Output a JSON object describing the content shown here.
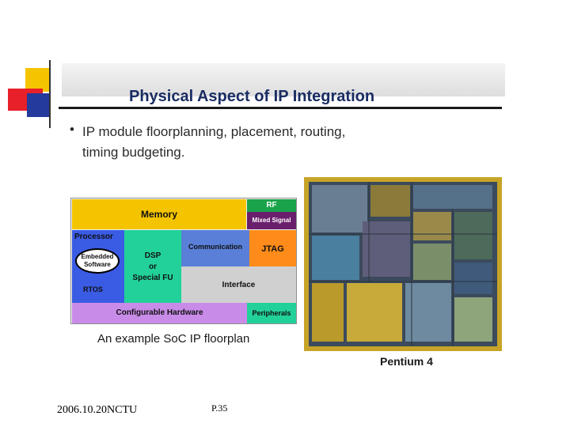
{
  "slide": {
    "title": "Physical Aspect of IP Integration",
    "bullet_marker": "•",
    "bullet_lines": [
      "IP module floorplanning, placement, routing,",
      "timing budgeting."
    ]
  },
  "floorplan": {
    "caption": "An example SoC IP floorplan",
    "blocks": {
      "memory": "Memory",
      "rf": "RF",
      "mixed_signal": "Mixed Signal",
      "processor": "Processor",
      "embedded_software": [
        "Embedded",
        "Software"
      ],
      "rtos": "RTOS",
      "dsp": [
        "DSP",
        "or",
        "Special FU"
      ],
      "communication": "Communication",
      "jtag": "JTAG",
      "interface": "Interface",
      "configurable_hardware": "Configurable Hardware",
      "peripherals": "Peripherals"
    },
    "colors": {
      "memory": "#f5c400",
      "rf": "#1aa34a",
      "mixed_signal": "#6a1f6d",
      "processor": "#3a5be3",
      "dsp": "#22d19a",
      "communication": "#5a7fd8",
      "jtag": "#ff8c1a",
      "interface": "#d0d0d0",
      "configurable_hardware": "#c98be8",
      "peripherals": "#22d19a"
    }
  },
  "die_photo": {
    "caption": "Pentium 4"
  },
  "footer": {
    "source": "2006.10.20NCTU",
    "page": "P.35"
  }
}
